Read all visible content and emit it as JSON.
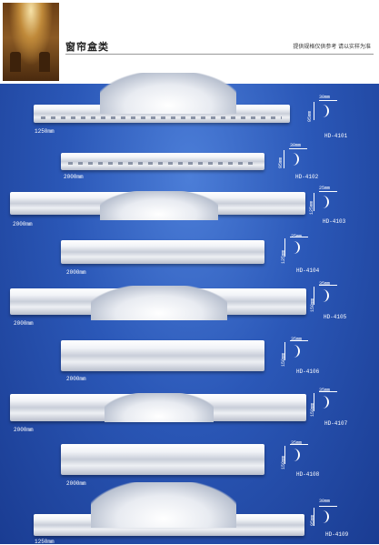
{
  "header": {
    "title": "窗帘盒类",
    "note": "提供规格仅供参考  请以实样为准"
  },
  "products": [
    {
      "code": "HD-4101",
      "length": "1250mm",
      "width": "30mm",
      "height": "95mm"
    },
    {
      "code": "HD-4102",
      "length": "2000mm",
      "width": "30mm",
      "height": "95mm"
    },
    {
      "code": "HD-4103",
      "length": "2000mm",
      "width": "25mm",
      "height": "125mm"
    },
    {
      "code": "HD-4104",
      "length": "2000mm",
      "width": "25mm",
      "height": "125mm"
    },
    {
      "code": "HD-4105",
      "length": "2000mm",
      "width": "35mm",
      "height": "150mm"
    },
    {
      "code": "HD-4106",
      "length": "2000mm",
      "width": "35mm",
      "height": "150mm"
    },
    {
      "code": "HD-4107",
      "length": "2000mm",
      "width": "35mm",
      "height": "150mm"
    },
    {
      "code": "HD-4108",
      "length": "2000mm",
      "width": "35mm",
      "height": "150mm"
    },
    {
      "code": "HD-4109",
      "length": "1250mm",
      "width": "30mm",
      "height": "95mm"
    }
  ]
}
